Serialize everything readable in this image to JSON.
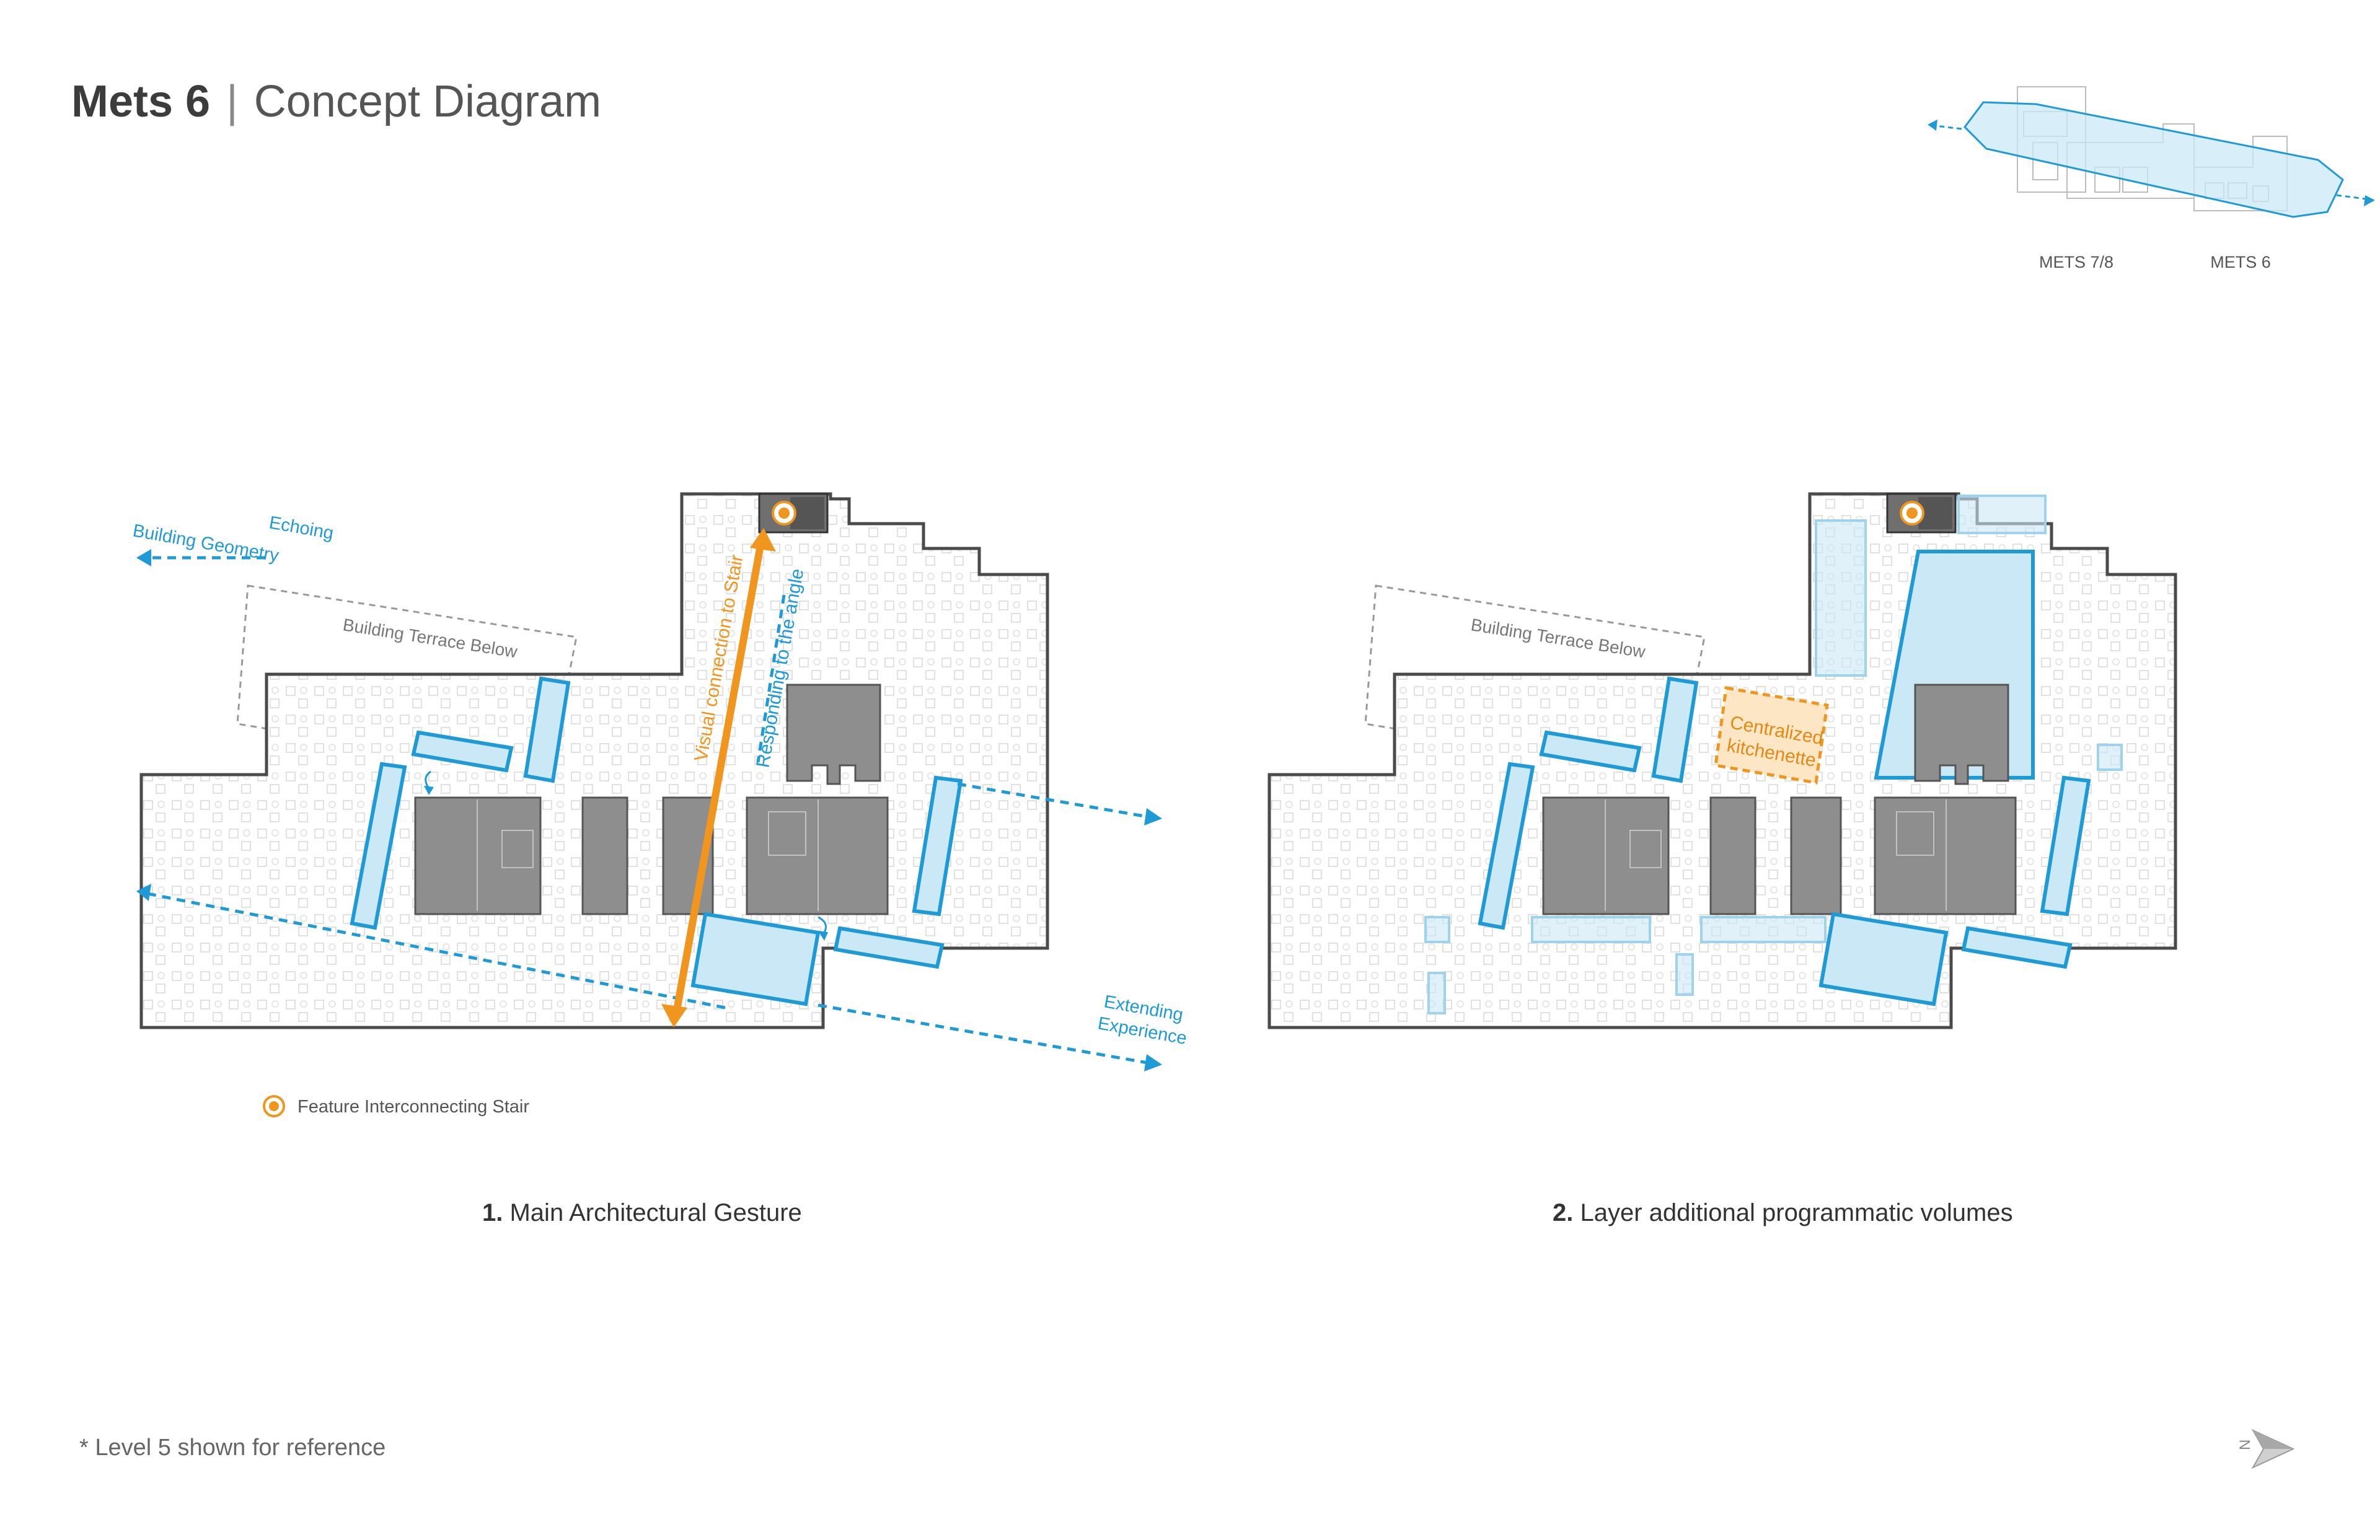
{
  "header": {
    "title_bold": "Mets 6",
    "separator": "|",
    "title_light": "Concept Diagram"
  },
  "key_plan": {
    "label_left": "METS 7/8",
    "label_right": "METS 6"
  },
  "diagram1": {
    "label_echoing_1": "Echoing",
    "label_echoing_2": "Building Geometry",
    "label_terrace": "Building Terrace Below",
    "label_visual": "Visual connection to Stair",
    "label_responding": "Responding to the angle",
    "label_extending_1": "Extending",
    "label_extending_2": "Experience",
    "legend_label": "Feature Interconnecting Stair"
  },
  "diagram2": {
    "label_terrace": "Building Terrace Below",
    "label_kitchen_1": "Centralized",
    "label_kitchen_2": "kitchenette"
  },
  "captions": {
    "c1_num": "1.",
    "c1_text": "Main Architectural Gesture",
    "c2_num": "2.",
    "c2_text": "Layer additional programmatic volumes"
  },
  "footnote": "* Level 5 shown for reference",
  "north_letter": "N",
  "colors": {
    "accent_blue": "#1e9ad6",
    "light_blue": "#cbe8f6",
    "orange": "#f0961e",
    "core_gray": "#8e8e8e",
    "outline": "#4a4a4a"
  },
  "icons": [
    "stair-icon",
    "north-arrow-icon",
    "arrow-icon"
  ]
}
